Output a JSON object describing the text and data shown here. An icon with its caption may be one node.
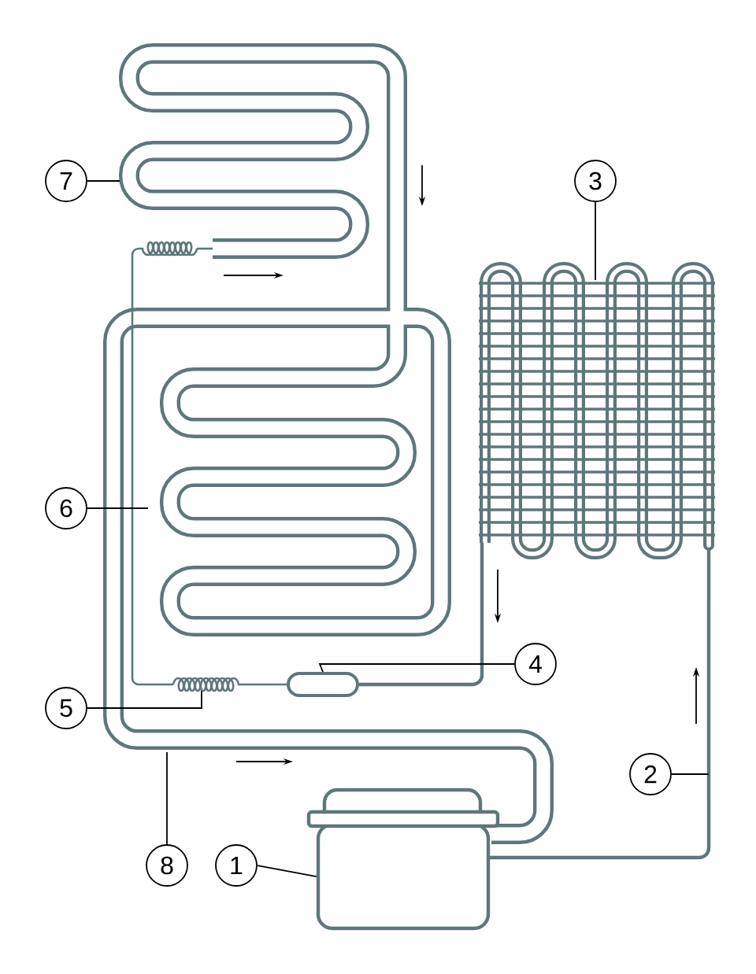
{
  "diagram": {
    "nodes": [
      {
        "text": [
          "7"
        ]
      },
      {
        "text": [
          "3"
        ]
      },
      {
        "text": [
          "6"
        ]
      },
      {
        "text": [
          "4"
        ]
      },
      {
        "text": [
          "5"
        ]
      },
      {
        "text": [
          "2"
        ]
      },
      {
        "text": [
          "8"
        ]
      },
      {
        "text": [
          "1"
        ]
      },
      {
        "text": [],
        "shape": "box"
      },
      {
        "text": [],
        "shape": "capsule"
      }
    ],
    "edges": [
      {
        "from": 0,
        "to": null,
        "arrow": "none"
      },
      {
        "from": 1,
        "to": null,
        "arrow": "none"
      },
      {
        "from": 2,
        "to": null,
        "arrow": "none"
      },
      {
        "from": 3,
        "to": 9,
        "arrow": "none"
      },
      {
        "from": 4,
        "to": null,
        "arrow": "none"
      },
      {
        "from": 5,
        "to": null,
        "arrow": "none"
      },
      {
        "from": 6,
        "to": null,
        "arrow": "none"
      },
      {
        "from": 7,
        "to": 8,
        "arrow": "none"
      }
    ]
  }
}
